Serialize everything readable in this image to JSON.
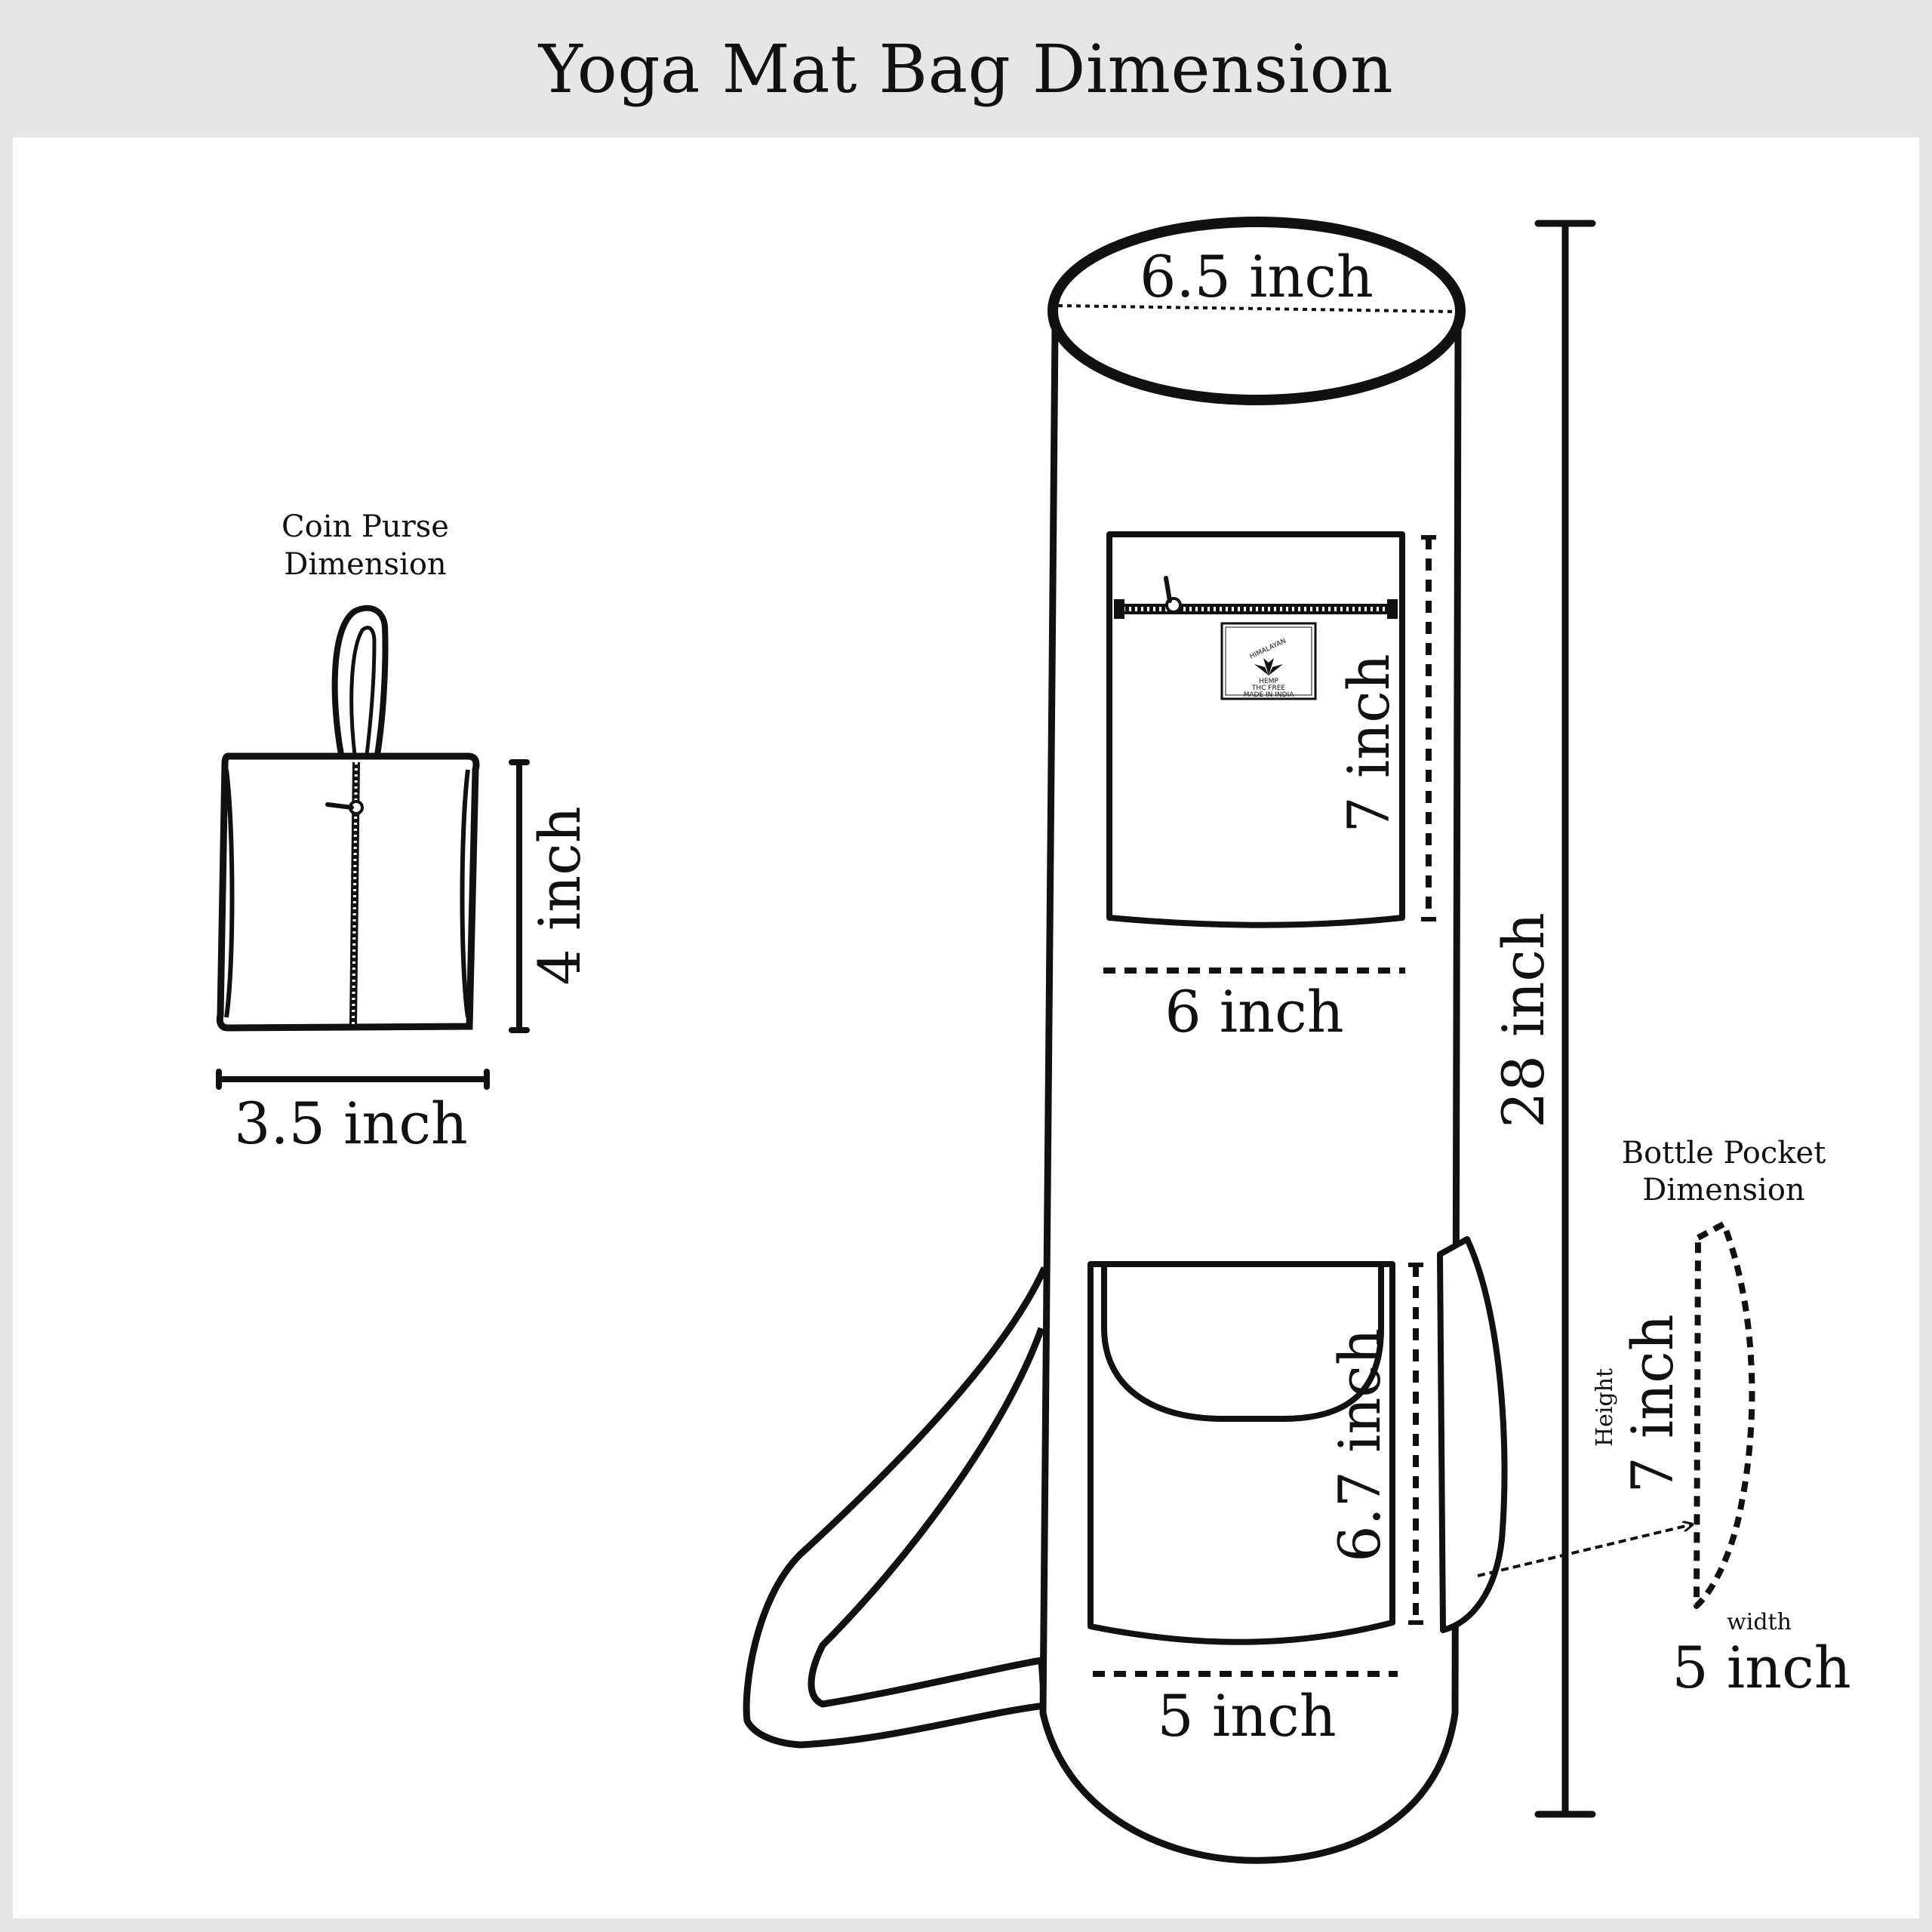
{
  "title": "Yoga Mat Bag Dimension",
  "coin_purse": {
    "caption_line1": "Coin Purse",
    "caption_line2": "Dimension",
    "height": "4 inch",
    "width": "3.5 inch"
  },
  "bag": {
    "top_diameter": "6.5 inch",
    "total_height": "28 inch",
    "upper_pocket": {
      "height": "7 inch",
      "width": "6 inch"
    },
    "lower_pocket": {
      "height": "6.7 inch",
      "width": "5 inch"
    },
    "logo": {
      "brand": "HIMALAYAN",
      "line2": "HEMP",
      "line3": "THC FREE",
      "line4": "MADE IN INDIA"
    }
  },
  "bottle_pocket": {
    "caption_line1": "Bottle Pocket",
    "caption_line2": "Dimension",
    "height_label": "Height",
    "height": "7 inch",
    "width_label": "width",
    "width": "5 inch"
  }
}
